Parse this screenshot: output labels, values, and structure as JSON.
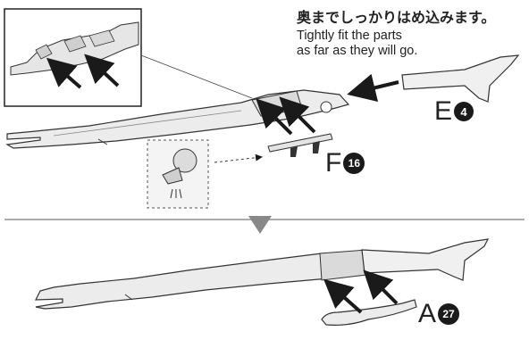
{
  "instruction": {
    "japanese": "奥までしっかりはめ込みます。",
    "english_line1": "Tightly fit the parts",
    "english_line2": "as far as they will go."
  },
  "parts": {
    "e": {
      "letter": "E",
      "number": "4"
    },
    "f": {
      "letter": "F",
      "number": "16"
    },
    "a": {
      "letter": "A",
      "number": "27"
    }
  }
}
